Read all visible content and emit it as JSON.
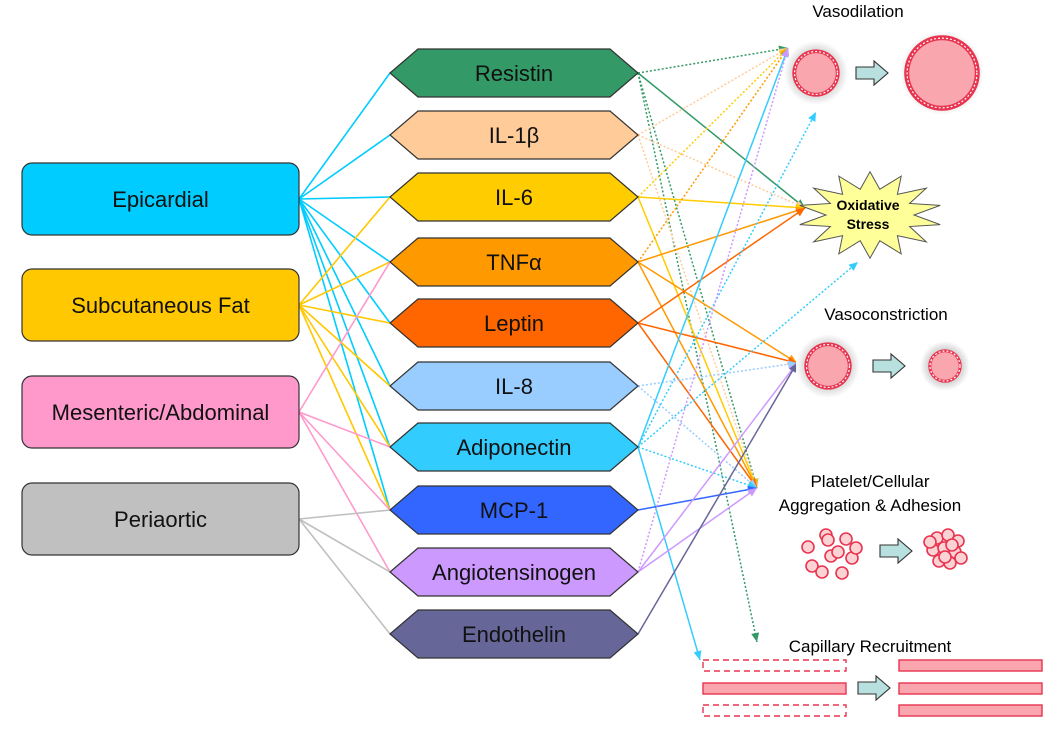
{
  "depots": [
    {
      "label": "Epicardial",
      "color": "#00CCFF"
    },
    {
      "label": "Subcutaneous Fat",
      "color": "#FFC800"
    },
    {
      "label": "Mesenteric/Abdominal",
      "color": "#FF99CC"
    },
    {
      "label": "Periaortic",
      "color": "#C0C0C0"
    }
  ],
  "adipokines": [
    {
      "label": "Resistin",
      "color": "#339966",
      "italic": false
    },
    {
      "label": "IL-1β",
      "color": "#FFCC99",
      "italic": false
    },
    {
      "label": "IL-6",
      "color": "#FFCC00",
      "italic": false
    },
    {
      "label": "TNFα",
      "color": "#FF9900",
      "italic": false
    },
    {
      "label": "Leptin",
      "color": "#FF6600",
      "italic": false
    },
    {
      "label": "IL-8",
      "color": "#99CCFF",
      "italic": false
    },
    {
      "label": "Adiponectin",
      "color": "#33CCFF",
      "italic": false
    },
    {
      "label": "MCP-1",
      "color": "#3366FF",
      "italic": false
    },
    {
      "label": "Angiotensinogen",
      "color": "#CC99FF",
      "italic": false
    },
    {
      "label": "Endothelin",
      "color": "#666699",
      "italic": false
    }
  ],
  "effects": {
    "vasodilation": "Vasodilation",
    "oxidative_stress": "Oxidative\nStress",
    "vasoconstriction": "Vasoconstriction",
    "platelet": "Platelet/Cellular\nAggregation & Adhesion",
    "capillary": "Capillary Recruitment"
  },
  "colors": {
    "vessel_wall": "#E8344F",
    "vessel_lumen": "#F9A6AE",
    "arrow_fill": "#B8E0DE",
    "star_fill": "#FFFF99"
  }
}
